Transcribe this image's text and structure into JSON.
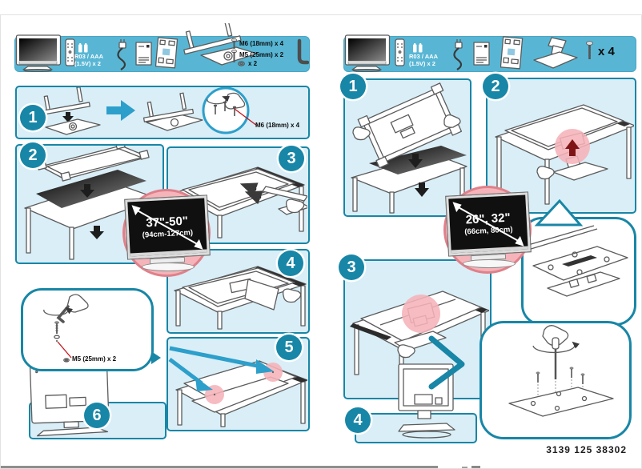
{
  "document": {
    "type": "tv-stand-assembly-quick-start-guide"
  },
  "colors": {
    "band_blue": "#58B6D4",
    "panel_fill": "#D9EEF7",
    "teal": "#1886A6",
    "arrow_blue": "#2D9FCB",
    "highlight_pink": "#F5B3B8",
    "highlight_ring": "#E0808A",
    "pointer_red": "#C4151C",
    "insert_arrow_dark_red": "#7E1416"
  },
  "icons": {
    "tv": "tv-icon",
    "remote": "remote-control-icon",
    "battery": "battery-icon",
    "power_cord": "power-cord-icon",
    "manual": "user-manual-icon",
    "poster": "quick-start-poster-icon",
    "stand_frame": "stand-frame-and-base-icon",
    "pedestal_stand": "pedestal-stand-icon",
    "screw": "screw-icon",
    "washer": "washer-icon",
    "allen_key": "allen-key-icon",
    "screwdriver": "screwdriver-icon",
    "hand": "hand-icon",
    "table": "table-illustration",
    "down_arrow": "down-arrow-icon",
    "blue_arrow": "blue-arrow-icon"
  },
  "left": {
    "parts": {
      "battery_line1": "R03 / AAA",
      "battery_line2": "(1.5V) x 2",
      "screw_m6": "M6 (18mm) x 4",
      "screw_m5": "M5 (25mm) x 2",
      "washer_qty": "x 2"
    },
    "steps": [
      "1",
      "2",
      "3",
      "4",
      "5",
      "6"
    ],
    "step1_callout": "M6 (18mm) x 4",
    "bubble_label": "M5 (25mm) x 2",
    "size_badge": {
      "size": "37\"-50\"",
      "metric": "(94cm-127cm)"
    }
  },
  "right": {
    "parts": {
      "battery_line1": "R03 / AAA",
      "battery_line2": "(1.5V) x 2",
      "screw_qty": "x 4"
    },
    "steps": [
      "1",
      "2",
      "3",
      "4"
    ],
    "size_badge": {
      "size": "26\", 32\"",
      "metric": "(66cm, 80cm)"
    }
  },
  "footer": {
    "doc_number": "3139 125 38302"
  }
}
